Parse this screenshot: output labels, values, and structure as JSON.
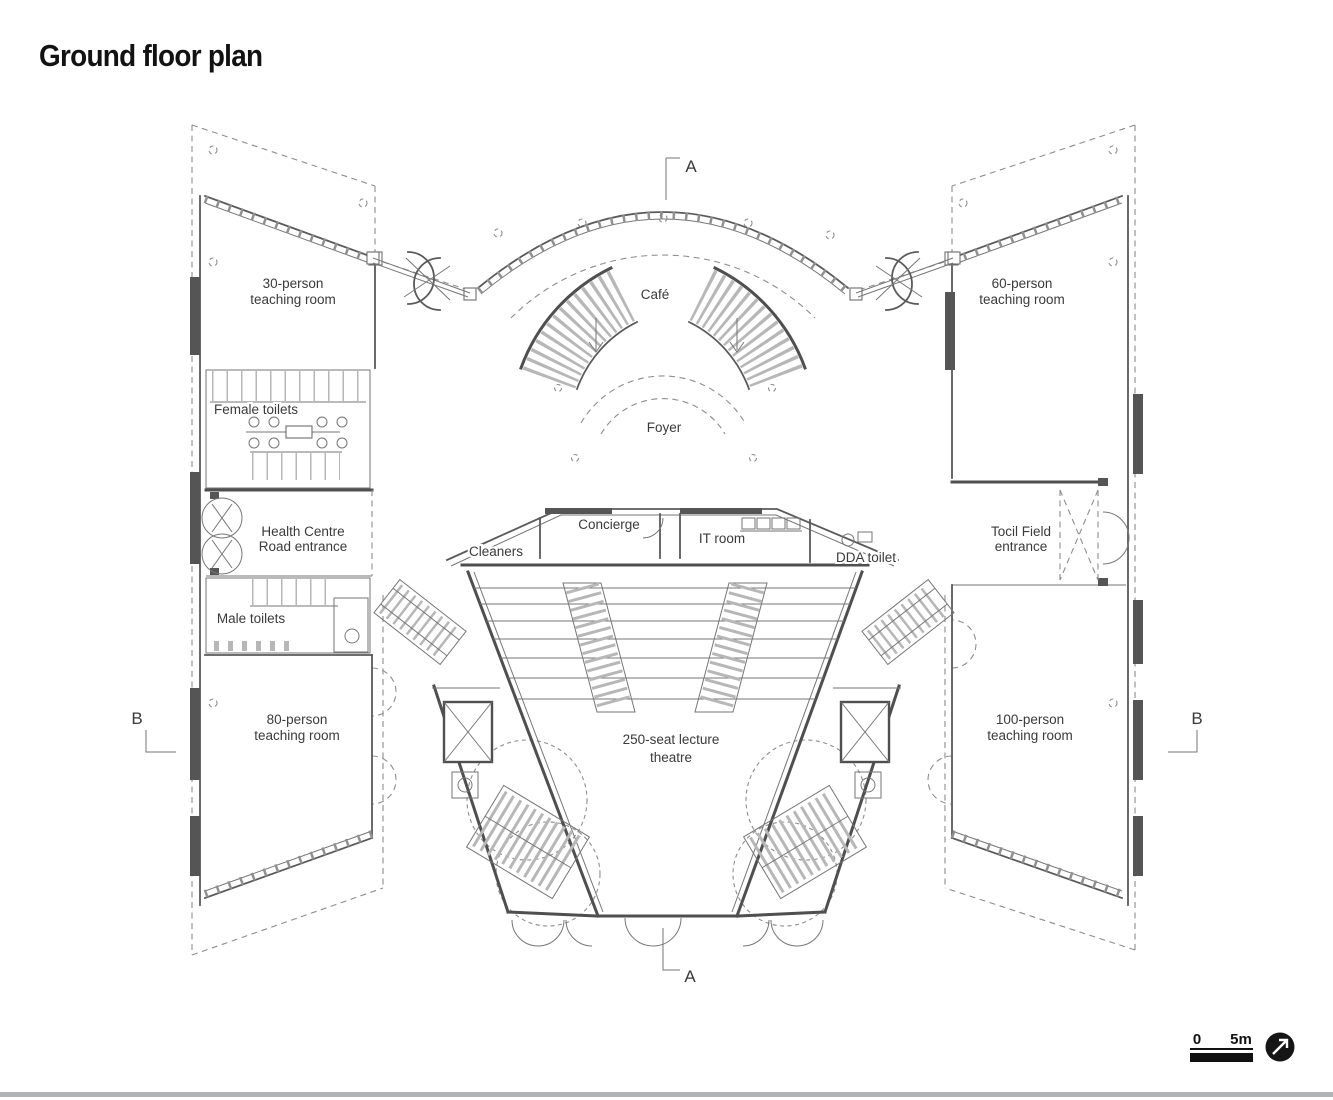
{
  "page": {
    "title": "Ground floor plan"
  },
  "plan": {
    "labels": {
      "room_30": [
        "30-person",
        "teaching room"
      ],
      "room_60": [
        "60-person",
        "teaching room"
      ],
      "room_80": [
        "80-person",
        "teaching room"
      ],
      "room_100": [
        "100-person",
        "teaching room"
      ],
      "cafe": "Café",
      "foyer": "Foyer",
      "female_toilets": "Female toilets",
      "male_toilets": "Male toilets",
      "health_entrance": [
        "Health Centre",
        "Road entrance"
      ],
      "tocil_entrance": [
        "Tocil Field",
        "entrance"
      ],
      "cleaners": "Cleaners",
      "concierge": "Concierge",
      "it_room": "IT room",
      "dda_toilet": "DDA toilet",
      "lecture_theatre": [
        "250-seat lecture",
        "theatre"
      ],
      "section_a": "A",
      "section_b": "B"
    },
    "scale_bar": {
      "start": "0",
      "end": "5m"
    },
    "icons": {
      "corner_button": "arrow-up-right-icon"
    },
    "colors": {
      "wall": "#4f4f4f",
      "dash": "#8d8d8d",
      "text": "#3a3a3a",
      "accent": "#111111",
      "divider": "#b1b4b7"
    }
  }
}
